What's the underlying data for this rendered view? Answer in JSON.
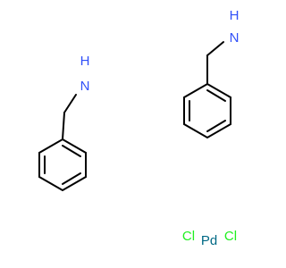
{
  "molecules": [
    {
      "name": "benzylamine-left",
      "amine": {
        "h": "H",
        "n": "N"
      }
    },
    {
      "name": "benzylamine-right",
      "amine": {
        "h": "H",
        "n": "N"
      }
    }
  ],
  "metal_complex": {
    "metal": "Pd",
    "ligands": [
      "Cl",
      "Cl"
    ]
  },
  "colors": {
    "bond": "#000000",
    "nitrogen": "#3050F8",
    "chlorine": "#1FF01F",
    "palladium": "#006985"
  }
}
